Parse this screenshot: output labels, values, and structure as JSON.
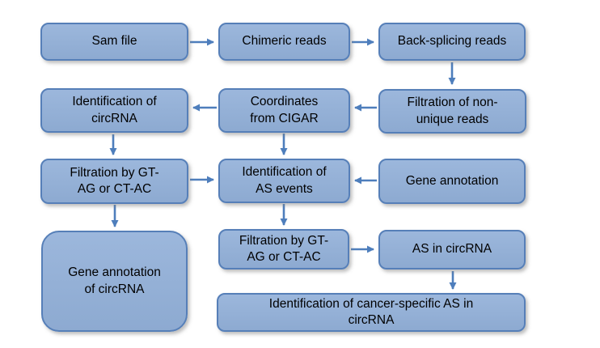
{
  "diagram": {
    "type": "flowchart",
    "background": "#ffffff"
  },
  "colors": {
    "box_fill": "#92AFD6",
    "box_border": "#567FB8",
    "arrow": "#4E7EBC",
    "text": "#000000"
  },
  "boxes": [
    {
      "id": "sam-file",
      "label": "Sam file"
    },
    {
      "id": "chimeric-reads",
      "label": "Chimeric reads"
    },
    {
      "id": "back-splicing-reads",
      "label": "Back-splicing reads"
    },
    {
      "id": "identification-of-circrna",
      "label": "Identification of\ncircRNA"
    },
    {
      "id": "coordinates-from-cigar",
      "label": "Coordinates\nfrom CIGAR"
    },
    {
      "id": "filtration-of-non-unique-reads",
      "label": "Filtration of non-\nunique reads"
    },
    {
      "id": "filtration-by-gt-ag-or-ct-ac-1",
      "label": "Filtration by GT-\nAG or CT-AC"
    },
    {
      "id": "identification-of-as-events",
      "label": "Identification of\nAS events"
    },
    {
      "id": "gene-annotation",
      "label": "Gene annotation"
    },
    {
      "id": "gene-annotation-of-circrna",
      "label": "Gene annotation\nof circRNA"
    },
    {
      "id": "filtration-by-gt-ag-or-ct-ac-2",
      "label": "Filtration by GT-\nAG or CT-AC"
    },
    {
      "id": "as-in-circrna",
      "label": "AS in circRNA"
    },
    {
      "id": "identification-of-cancer-specific-as-in-circrna",
      "label": "Identification of cancer-specific AS in\ncircRNA"
    }
  ],
  "edges": [
    {
      "from": "sam-file",
      "to": "chimeric-reads"
    },
    {
      "from": "chimeric-reads",
      "to": "back-splicing-reads"
    },
    {
      "from": "back-splicing-reads",
      "to": "filtration-of-non-unique-reads"
    },
    {
      "from": "filtration-of-non-unique-reads",
      "to": "coordinates-from-cigar"
    },
    {
      "from": "coordinates-from-cigar",
      "to": "identification-of-circrna"
    },
    {
      "from": "identification-of-circrna",
      "to": "filtration-by-gt-ag-or-ct-ac-1"
    },
    {
      "from": "coordinates-from-cigar",
      "to": "identification-of-as-events"
    },
    {
      "from": "filtration-by-gt-ag-or-ct-ac-1",
      "to": "identification-of-as-events"
    },
    {
      "from": "gene-annotation",
      "to": "identification-of-as-events"
    },
    {
      "from": "filtration-by-gt-ag-or-ct-ac-1",
      "to": "gene-annotation-of-circrna"
    },
    {
      "from": "identification-of-as-events",
      "to": "filtration-by-gt-ag-or-ct-ac-2"
    },
    {
      "from": "filtration-by-gt-ag-or-ct-ac-2",
      "to": "as-in-circrna"
    },
    {
      "from": "as-in-circrna",
      "to": "identification-of-cancer-specific-as-in-circrna"
    }
  ]
}
